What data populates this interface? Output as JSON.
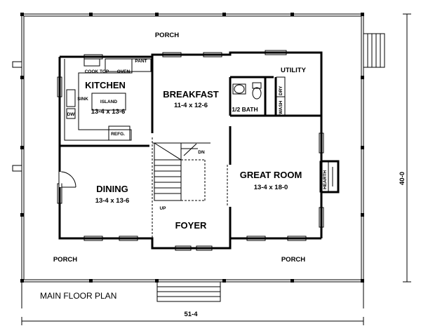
{
  "title": "MAIN FLOOR PLAN",
  "dimensions": {
    "width": "51-4",
    "depth": "40-0"
  },
  "rooms": {
    "kitchen": {
      "name": "KITCHEN",
      "size": "13-4 x 13-6"
    },
    "breakfast": {
      "name": "BREAKFAST",
      "size": "11-4 x 12-6"
    },
    "utility": {
      "name": "UTILITY"
    },
    "half_bath": {
      "name": "1/2 BATH"
    },
    "great_room": {
      "name": "GREAT ROOM",
      "size": "13-4 x 18-0"
    },
    "dining": {
      "name": "DINING",
      "size": "13-4 x 13-6"
    },
    "foyer": {
      "name": "FOYER"
    }
  },
  "porches": {
    "top": "PORCH",
    "bottom_left": "PORCH",
    "bottom_right": "PORCH"
  },
  "fixtures": {
    "cook_top": "COOK TOP",
    "oven": "OVEN",
    "pantry": "PANT",
    "island": "ISLAND",
    "sink": "SINK",
    "dw": "DW",
    "refrigerator": "REFG.",
    "wash": "WASH",
    "dry": "DRY",
    "hearth": "HEARTH",
    "stairs_down": "DN",
    "stairs_up": "UP"
  }
}
